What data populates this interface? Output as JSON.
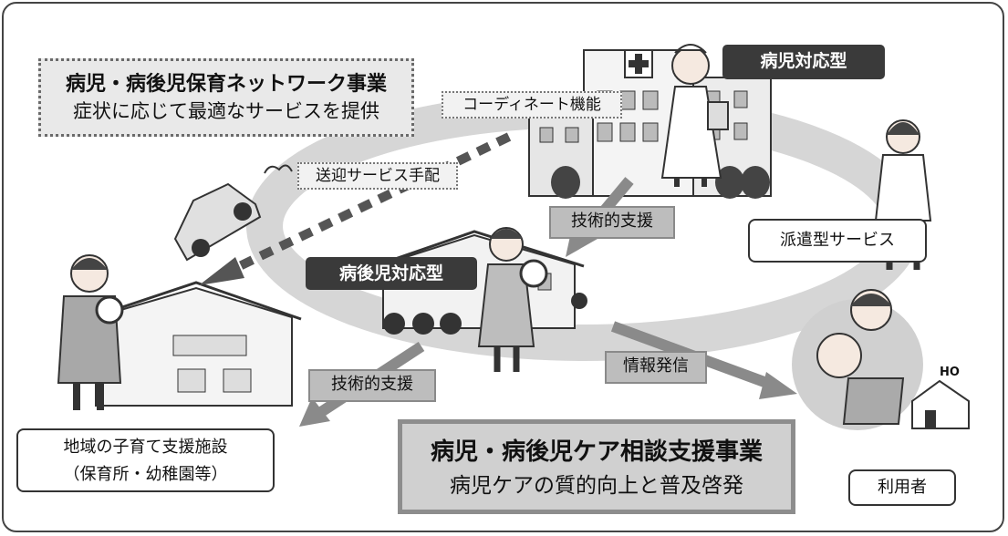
{
  "network_project": {
    "title": "病児・病後児保育ネットワーク事業",
    "subtitle": "症状に応じて最適なサービスを提供"
  },
  "labels": {
    "coordinate": "コーディネート機能",
    "transport": "送迎サービス手配",
    "hospital_type": "病児対応型",
    "recovery_type": "病後児対応型",
    "technical_support_1": "技術的支援",
    "technical_support_2": "技術的支援",
    "info_dissemination": "情報発信",
    "dispatch_service": "派遣型サービス",
    "community_facility_line1": "地域の子育て支援施設",
    "community_facility_line2": "（保育所・幼稚園等）",
    "user": "利用者",
    "house_sign": "HO"
  },
  "consult_project": {
    "title": "病児・病後児ケア相談支援事業",
    "subtitle": "病児ケアの質的向上と普及啓発"
  },
  "colors": {
    "ellipse": "#d6d6d6",
    "arrow": "#8a8a8a",
    "dark_label": "#3a3a3a"
  }
}
